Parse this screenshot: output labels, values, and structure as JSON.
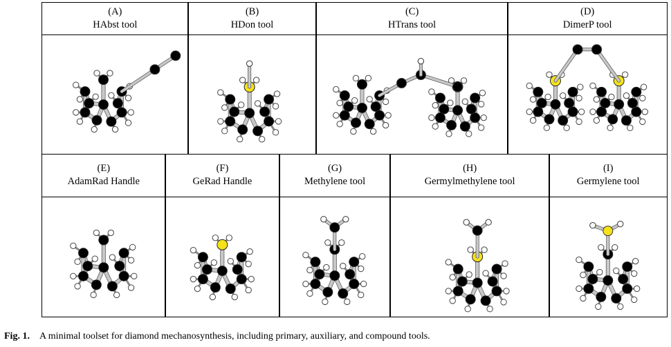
{
  "panels_top": [
    {
      "letter": "(A)",
      "name": "HAbst tool",
      "icon": "habst-tool-molecule-icon"
    },
    {
      "letter": "(B)",
      "name": "HDon tool",
      "icon": "hdon-tool-molecule-icon"
    },
    {
      "letter": "(C)",
      "name": "HTrans tool",
      "icon": "htrans-tool-molecule-icon"
    },
    {
      "letter": "(D)",
      "name": "DimerP tool",
      "icon": "dimerp-tool-molecule-icon"
    }
  ],
  "panels_bottom": [
    {
      "letter": "(E)",
      "name": "AdamRad Handle",
      "icon": "adamrad-handle-molecule-icon"
    },
    {
      "letter": "(F)",
      "name": "GeRad Handle",
      "icon": "gerad-handle-molecule-icon"
    },
    {
      "letter": "(G)",
      "name": "Methylene tool",
      "icon": "methylene-tool-molecule-icon"
    },
    {
      "letter": "(H)",
      "name": "Germylmethylene tool",
      "icon": "germylmethylene-tool-molecule-icon"
    },
    {
      "letter": "(I)",
      "name": "Germylene tool",
      "icon": "germylene-tool-molecule-icon"
    }
  ],
  "caption": {
    "label": "Fig. 1.",
    "text": "A minimal toolset for diamond mechanosynthesis, including primary, auxiliary, and compound tools."
  },
  "colors": {
    "carbon": "#000000",
    "hydrogen": "#ffffff",
    "germanium": "#f5e21b",
    "bond": "#c8c8c8",
    "border": "#000000"
  }
}
